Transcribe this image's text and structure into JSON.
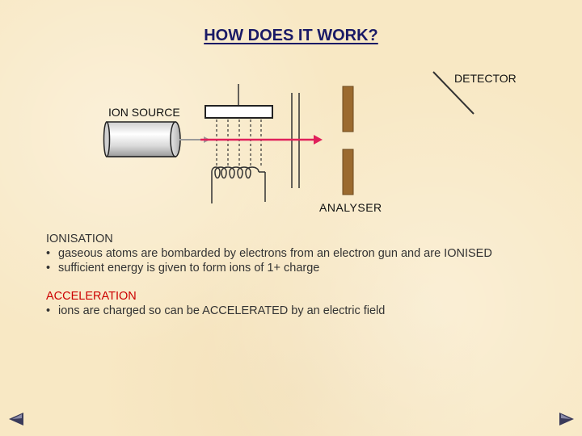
{
  "title": "HOW DOES IT WORK?",
  "labels": {
    "detector": "DETECTOR",
    "ion_source": "ION SOURCE",
    "analyser": "ANALYSER"
  },
  "ionisation": {
    "heading": "IONISATION",
    "bullets": [
      "gaseous atoms are bombarded by electrons from an electron gun and are IONISED",
      "sufficient energy is given to form ions of 1+ charge"
    ]
  },
  "acceleration": {
    "heading": "ACCELERATION",
    "bullets": [
      "ions are charged so can be ACCELERATED by an electric field"
    ]
  },
  "navigation": {
    "prev": "previous-arrow-icon",
    "next": "next-arrow-icon"
  },
  "colors": {
    "background": "#f8e8c4",
    "title": "#1a1a66",
    "acceleration_heading": "#cc0000",
    "ion_beam": "#e0205a",
    "plates": "#9b6a2f"
  }
}
